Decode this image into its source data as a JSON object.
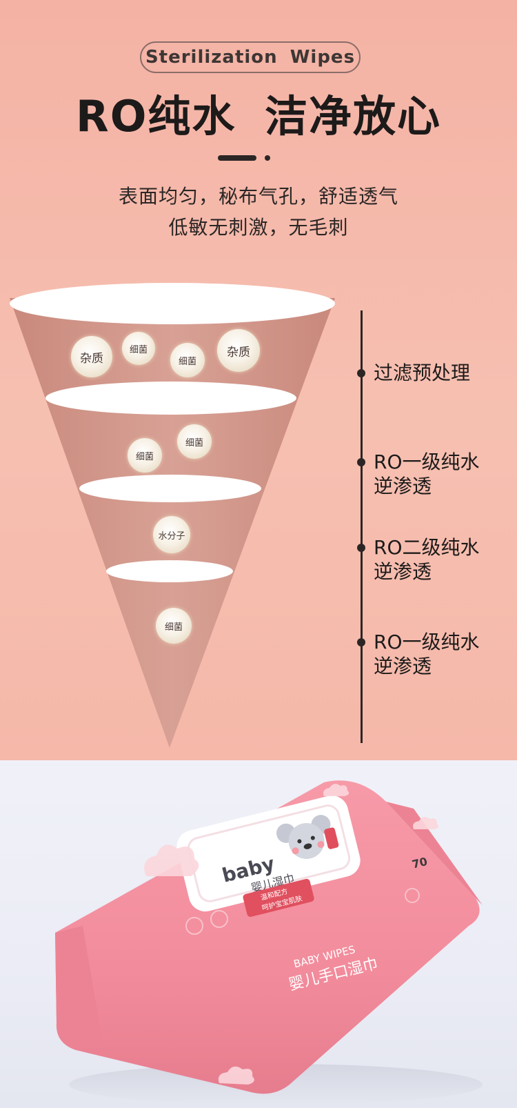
{
  "header": {
    "badge": "Sterilization  Wipes",
    "headline": "RO纯水  洁净放心",
    "subtitle_line1": "表面均匀，秘布气孔，舒适透气",
    "subtitle_line2": "低敏无刺激，无毛刺"
  },
  "funnel": {
    "particles": [
      {
        "label": "杂质"
      },
      {
        "label": "细菌"
      },
      {
        "label": "细菌"
      },
      {
        "label": "杂质"
      },
      {
        "label": "细菌"
      },
      {
        "label": "细菌"
      },
      {
        "label": "水分子"
      },
      {
        "label": "细菌"
      }
    ]
  },
  "steps": [
    {
      "line1": "过滤预处理",
      "line2": ""
    },
    {
      "line1": "RO一级纯水",
      "line2": "逆渗透"
    },
    {
      "line1": "RO二级纯水",
      "line2": "逆渗透"
    },
    {
      "line1": "RO一级纯水",
      "line2": "逆渗透"
    }
  ],
  "product": {
    "brand": "baby",
    "name_cn": "婴儿湿巾",
    "tag1": "温和配方",
    "tag2": "呵护宝宝肌肤",
    "count": "70",
    "title_en": "BABY  WIPES",
    "title_cn": "婴儿手口湿巾"
  },
  "colors": {
    "background_pink": "#f4b8a8",
    "funnel_body": "#d49a8d",
    "pack_pink": "#f48fa0",
    "text_dark": "#1d1a1a"
  }
}
